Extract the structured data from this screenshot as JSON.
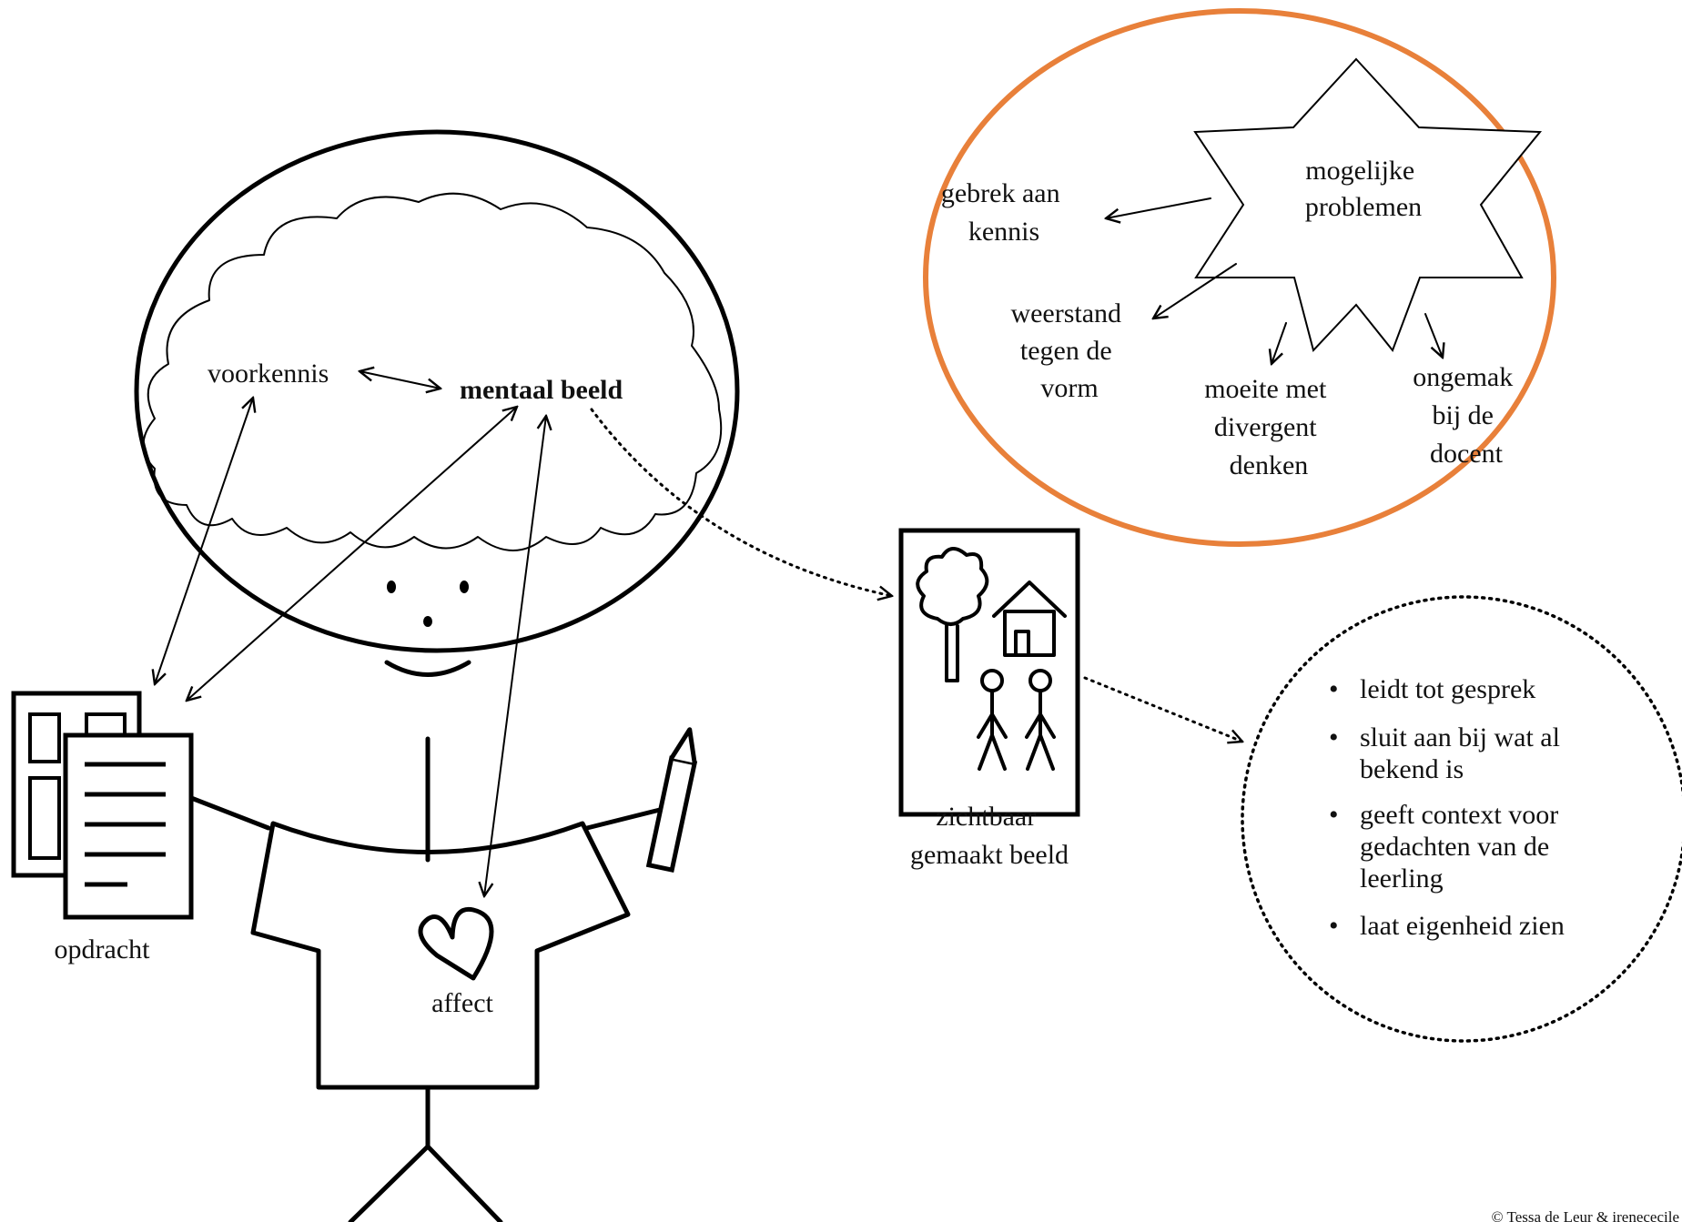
{
  "head": {
    "voorkennis": "voorkennis",
    "mentaal_beeld": "mentaal beeld"
  },
  "labels": {
    "opdracht": "opdracht",
    "affect": "affect",
    "zichtbaar": [
      "zichtbaar",
      "gemaakt beeld"
    ]
  },
  "problems": {
    "center": [
      "mogelijke",
      "problemen"
    ],
    "gebrek": [
      "gebrek aan",
      "kennis"
    ],
    "weerstand": [
      "weerstand",
      "tegen de",
      "vorm"
    ],
    "moeite": [
      "moeite met",
      "divergent",
      "denken"
    ],
    "ongemak": [
      "ongemak",
      "bij de",
      "docent"
    ]
  },
  "benefits": {
    "bullet": "•",
    "items": [
      [
        "leidt tot gesprek"
      ],
      [
        "sluit aan bij wat al",
        "bekend is"
      ],
      [
        "geeft context voor",
        "gedachten van de",
        "leerling"
      ],
      [
        "laat eigenheid zien"
      ]
    ]
  },
  "copyright": "© Tessa de Leur & irenececile",
  "colors": {
    "problems_ring": "#e8803a",
    "ink": "#000000"
  }
}
